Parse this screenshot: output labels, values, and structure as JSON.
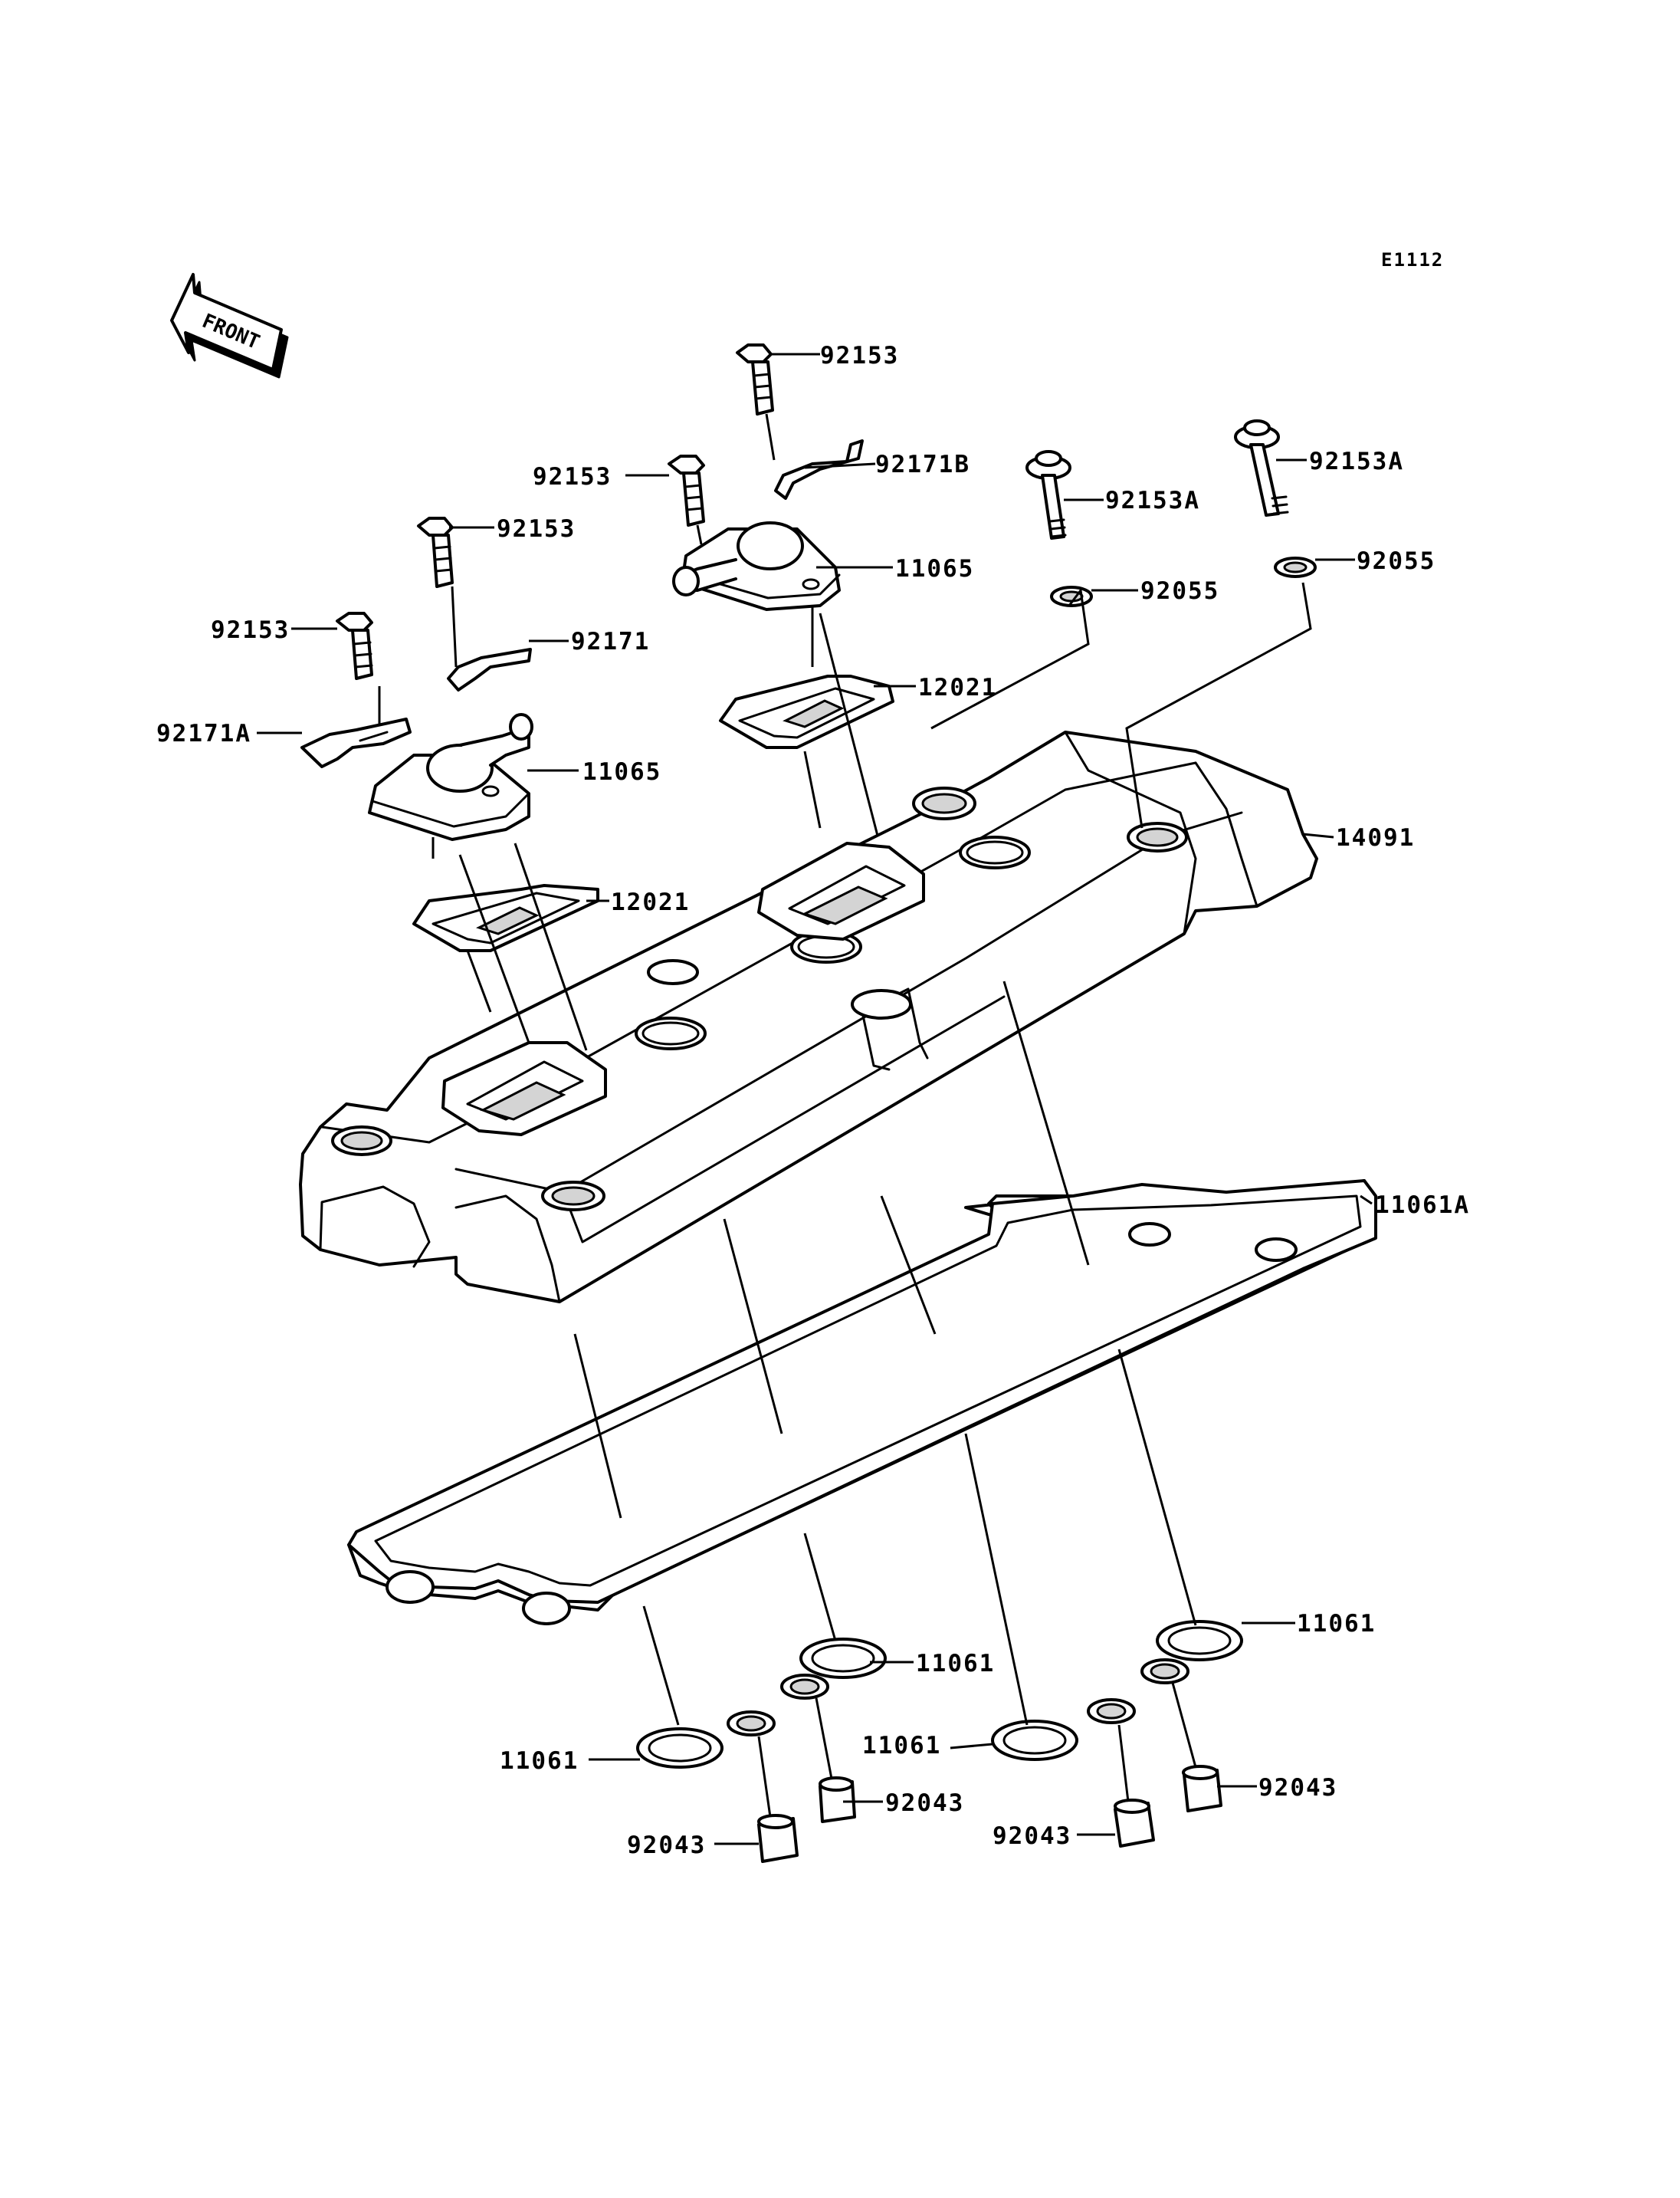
{
  "diagram": {
    "code": "E1112",
    "front_label": "FRONT",
    "callouts": [
      {
        "id": "p1",
        "label": "92153"
      },
      {
        "id": "p2",
        "label": "92171B"
      },
      {
        "id": "p3",
        "label": "92153"
      },
      {
        "id": "p4",
        "label": "11065"
      },
      {
        "id": "p5",
        "label": "92153"
      },
      {
        "id": "p6",
        "label": "92153A"
      },
      {
        "id": "p7",
        "label": "92153A"
      },
      {
        "id": "p8",
        "label": "92055"
      },
      {
        "id": "p9",
        "label": "92055"
      },
      {
        "id": "p10",
        "label": "92171"
      },
      {
        "id": "p11",
        "label": "92153"
      },
      {
        "id": "p12",
        "label": "12021"
      },
      {
        "id": "p13",
        "label": "92171A"
      },
      {
        "id": "p14",
        "label": "11065"
      },
      {
        "id": "p15",
        "label": "14091"
      },
      {
        "id": "p16",
        "label": "12021"
      },
      {
        "id": "p17",
        "label": "11061A"
      },
      {
        "id": "p18",
        "label": "11061"
      },
      {
        "id": "p19",
        "label": "11061"
      },
      {
        "id": "p20",
        "label": "11061"
      },
      {
        "id": "p21",
        "label": "11061"
      },
      {
        "id": "p22",
        "label": "92043"
      },
      {
        "id": "p23",
        "label": "92043"
      },
      {
        "id": "p24",
        "label": "92043"
      },
      {
        "id": "p25",
        "label": "92043"
      }
    ]
  }
}
